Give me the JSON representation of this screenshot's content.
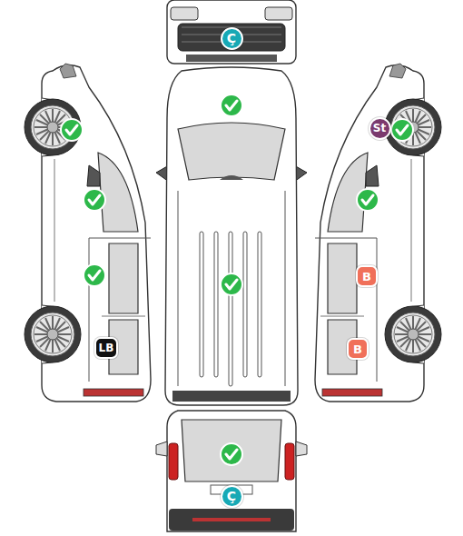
{
  "diagram": {
    "nodes": [
      {
        "text": [
          "Ç"
        ]
      },
      {
        "text": [
          "St"
        ]
      },
      {
        "text": [
          "B"
        ]
      },
      {
        "text": [
          "LB"
        ]
      },
      {
        "text": [
          "B"
        ]
      },
      {
        "text": [
          "Ç"
        ]
      }
    ]
  }
}
